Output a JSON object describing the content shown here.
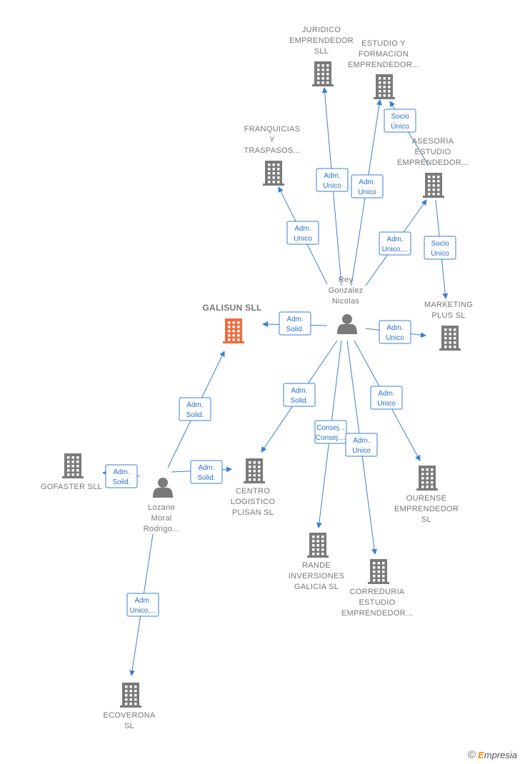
{
  "colors": {
    "building": "#7a7a7a",
    "highlight": "#f26a3d",
    "person": "#7a7a7a",
    "edge": "#3a7fd4"
  },
  "copyright": {
    "symbol": "©",
    "brand_e": "E",
    "brand_rest": "mpresia"
  },
  "nodes": [
    {
      "id": "juridico",
      "type": "company",
      "lines": [
        "JURIDICO",
        "EMPRENDEDOR",
        "SLL"
      ]
    },
    {
      "id": "estudio_formacion",
      "type": "company",
      "lines": [
        "ESTUDIO Y",
        "FORMACION",
        "EMPRENDEDOR..."
      ]
    },
    {
      "id": "franquicias",
      "type": "company",
      "lines": [
        "FRANQUICIAS",
        "Y",
        "TRASPASOS..."
      ]
    },
    {
      "id": "asesoria",
      "type": "company",
      "lines": [
        "ASESORIA",
        "ESTUDIO",
        "EMPRENDEDOR..."
      ]
    },
    {
      "id": "rey",
      "type": "person",
      "lines": [
        "Rey",
        "Gonzalez",
        "Nicolas"
      ]
    },
    {
      "id": "galisun",
      "type": "company",
      "main": true,
      "lines": [
        "GALISUN  SLL"
      ]
    },
    {
      "id": "marketing",
      "type": "company",
      "lines": [
        "MARKETING",
        "PLUS  SL"
      ]
    },
    {
      "id": "gofaster",
      "type": "company",
      "lines": [
        "GOFASTER  SLL"
      ]
    },
    {
      "id": "lozano",
      "type": "person",
      "lines": [
        "Lozano",
        "Moral",
        "Rodrigo..."
      ]
    },
    {
      "id": "centro",
      "type": "company",
      "lines": [
        "CENTRO",
        "LOGISTICO",
        "PLISAN  SL"
      ]
    },
    {
      "id": "ourense",
      "type": "company",
      "lines": [
        "OURENSE",
        "EMPRENDEDOR",
        "SL"
      ]
    },
    {
      "id": "rande",
      "type": "company",
      "lines": [
        "RANDE",
        "INVERSIONES",
        "GALICIA  SL"
      ]
    },
    {
      "id": "correduria",
      "type": "company",
      "lines": [
        "CORREDURIA",
        "ESTUDIO",
        "EMPRENDEDOR..."
      ]
    },
    {
      "id": "ecoverona",
      "type": "company",
      "lines": [
        "ECOVERONA",
        "SL"
      ]
    }
  ],
  "edges": [
    {
      "from": "rey",
      "to": "juridico",
      "label": [
        "Adm.",
        "Unico"
      ]
    },
    {
      "from": "rey",
      "to": "estudio_formacion",
      "label": [
        "Adm.",
        "Unico"
      ]
    },
    {
      "from": "asesoria",
      "to": "estudio_formacion",
      "label": [
        "Socio",
        "Único"
      ]
    },
    {
      "from": "rey",
      "to": "franquicias",
      "label": [
        "Adm.",
        "Unico"
      ]
    },
    {
      "from": "rey",
      "to": "asesoria",
      "label": [
        "Adm.",
        "Unico,..."
      ]
    },
    {
      "from": "asesoria",
      "to": "marketing",
      "label": [
        "Socio",
        "Único"
      ]
    },
    {
      "from": "rey",
      "to": "galisun",
      "label": [
        "Adm.",
        "Solid."
      ]
    },
    {
      "from": "rey",
      "to": "marketing",
      "label": [
        "Adm.",
        "Unico"
      ]
    },
    {
      "from": "rey",
      "to": "centro",
      "label": [
        "Adm.",
        "Solid."
      ]
    },
    {
      "from": "rey",
      "to": "ourense",
      "label": [
        "Adm.",
        "Unico"
      ]
    },
    {
      "from": "rey",
      "to": "rande",
      "label": [
        "Consej. ,",
        "Consej...."
      ]
    },
    {
      "from": "rey",
      "to": "correduria",
      "label": [
        "Adm.",
        "Unico"
      ]
    },
    {
      "from": "lozano",
      "to": "galisun",
      "label": [
        "Adm.",
        "Solid."
      ]
    },
    {
      "from": "lozano",
      "to": "gofaster",
      "label": [
        "Adm.",
        "Solid."
      ]
    },
    {
      "from": "lozano",
      "to": "centro",
      "label": [
        "Adm.",
        "Solid."
      ]
    },
    {
      "from": "lozano",
      "to": "ecoverona",
      "label": [
        "Adm.",
        "Unico,..."
      ]
    }
  ]
}
